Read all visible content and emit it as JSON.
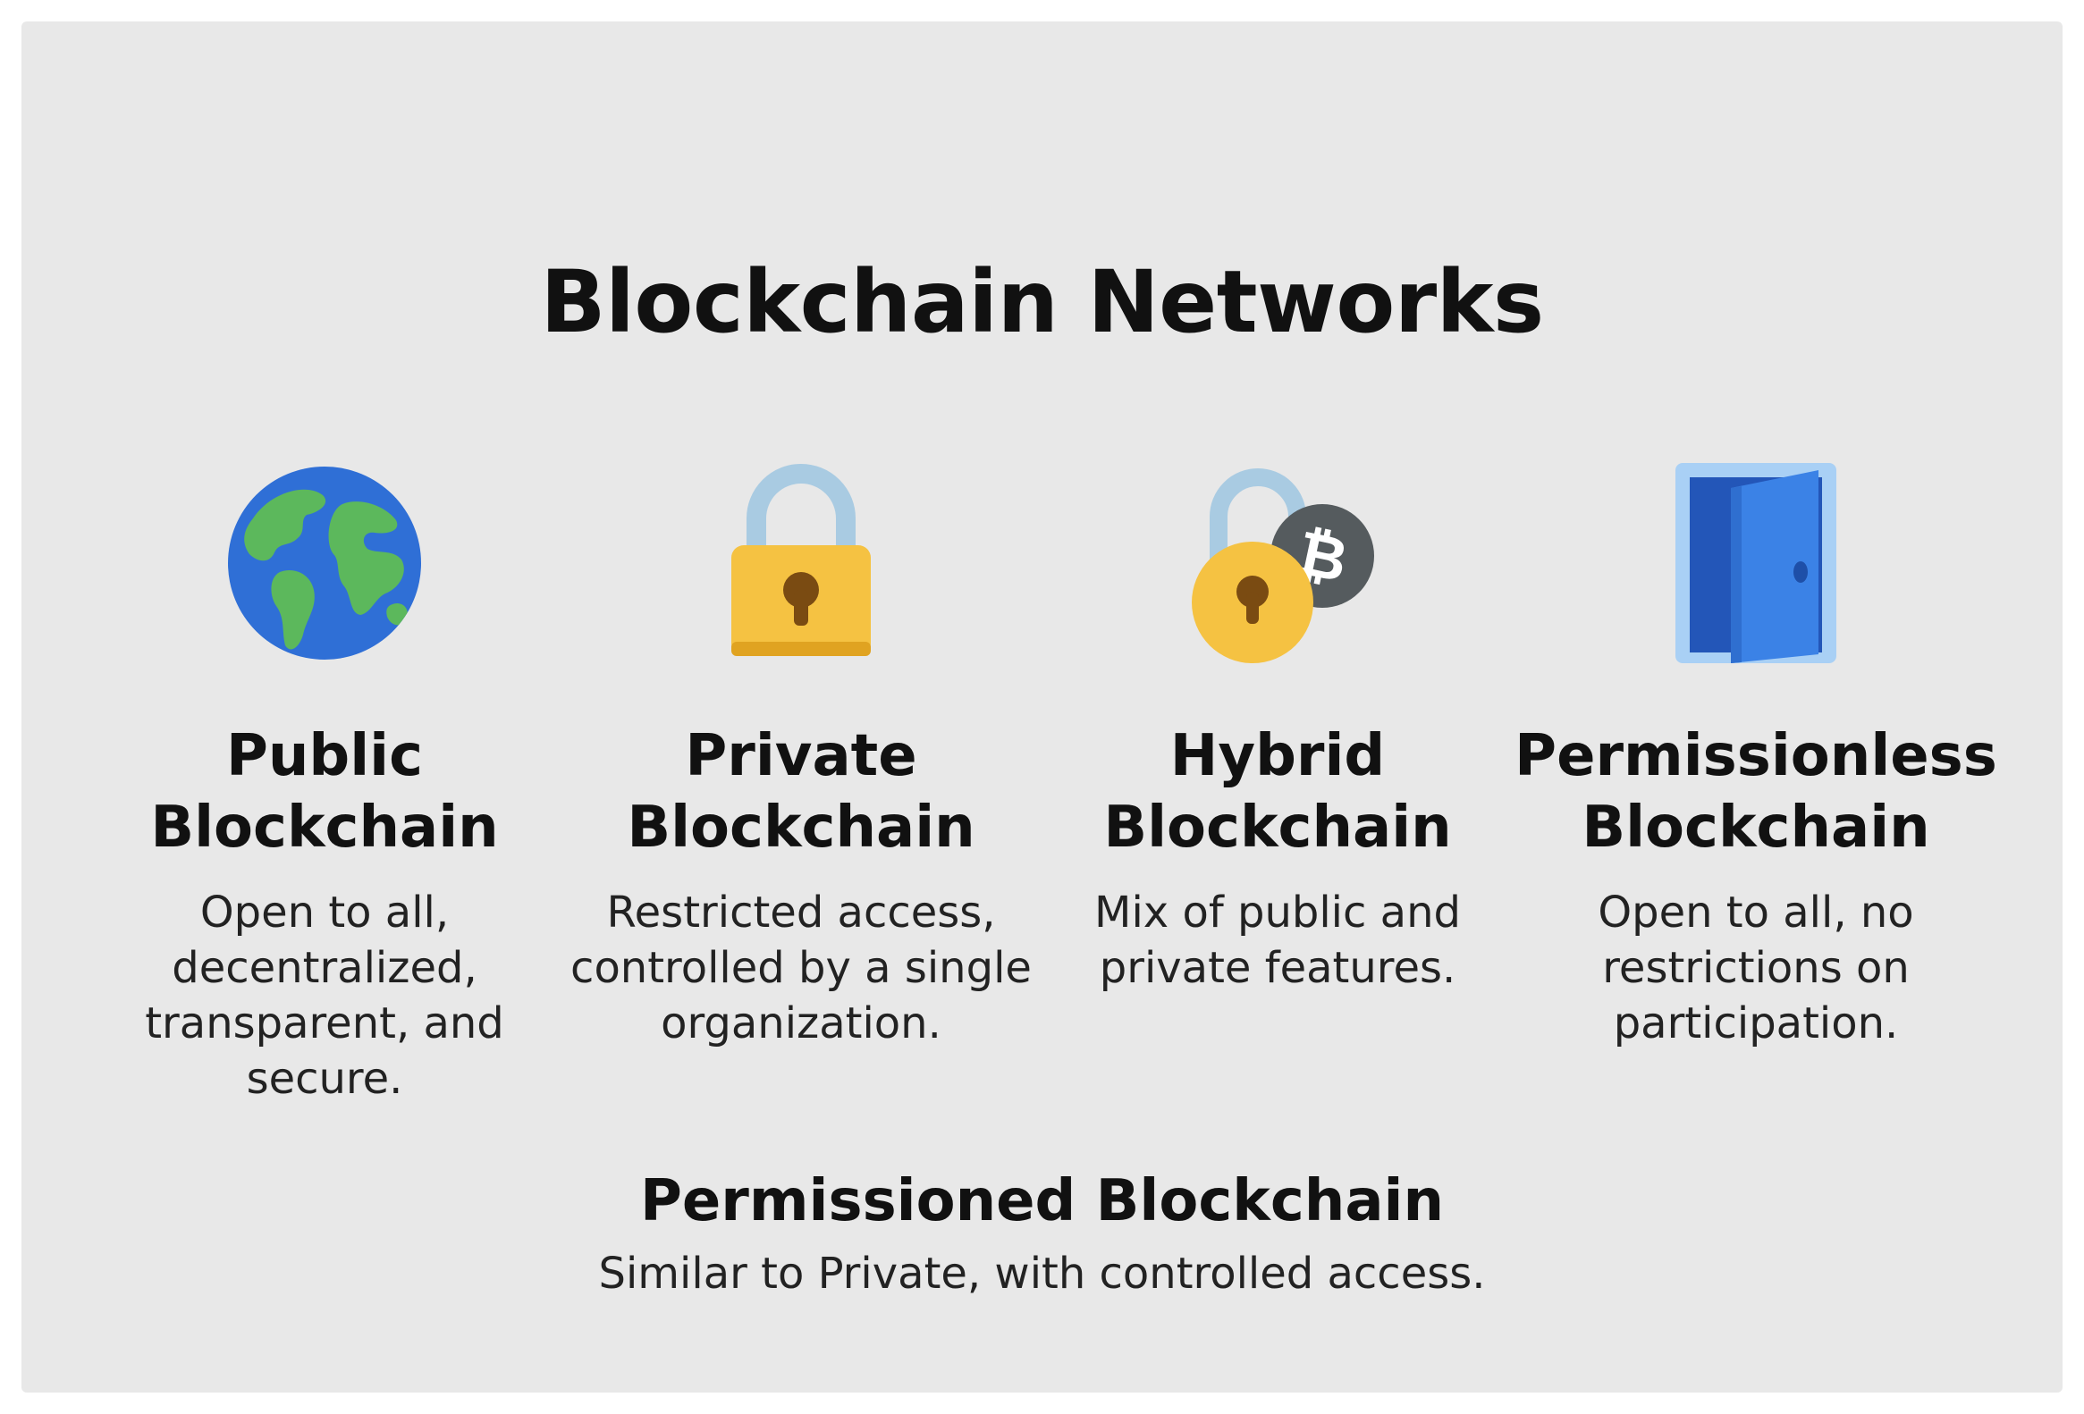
{
  "title": "Blockchain Networks",
  "items": [
    {
      "icon": "globe-icon",
      "title_line1": "Public",
      "title_line2": "Blockchain",
      "desc_lines": [
        "Open to all,",
        "decentralized,",
        "transparent, and",
        "secure."
      ]
    },
    {
      "icon": "padlock-icon",
      "title_line1": "Private",
      "title_line2": "Blockchain",
      "desc_lines": [
        "Restricted access,",
        "controlled by a single",
        "organization."
      ]
    },
    {
      "icon": "padlock-bitcoin-icon",
      "title_line1": "Hybrid",
      "title_line2": "Blockchain",
      "desc_lines": [
        "Mix of public and",
        "private features."
      ]
    },
    {
      "icon": "open-door-icon",
      "title_line1": "Permissionless",
      "title_line2": "Blockchain",
      "desc_lines": [
        "Open to all, no",
        "restrictions on",
        "participation."
      ]
    }
  ],
  "bottom": {
    "title": "Permissioned Blockchain",
    "desc": "Similar to Private, with controlled access."
  },
  "colors": {
    "background": "#e8e8e8",
    "ocean": "#2f6fd6",
    "land": "#5cb85c",
    "lock_body": "#f5c242",
    "lock_shackle": "#a9cbe2",
    "bitcoin_coin": "#555b5e",
    "door_frame": "#a9d0f5",
    "door": "#3b82e6"
  }
}
